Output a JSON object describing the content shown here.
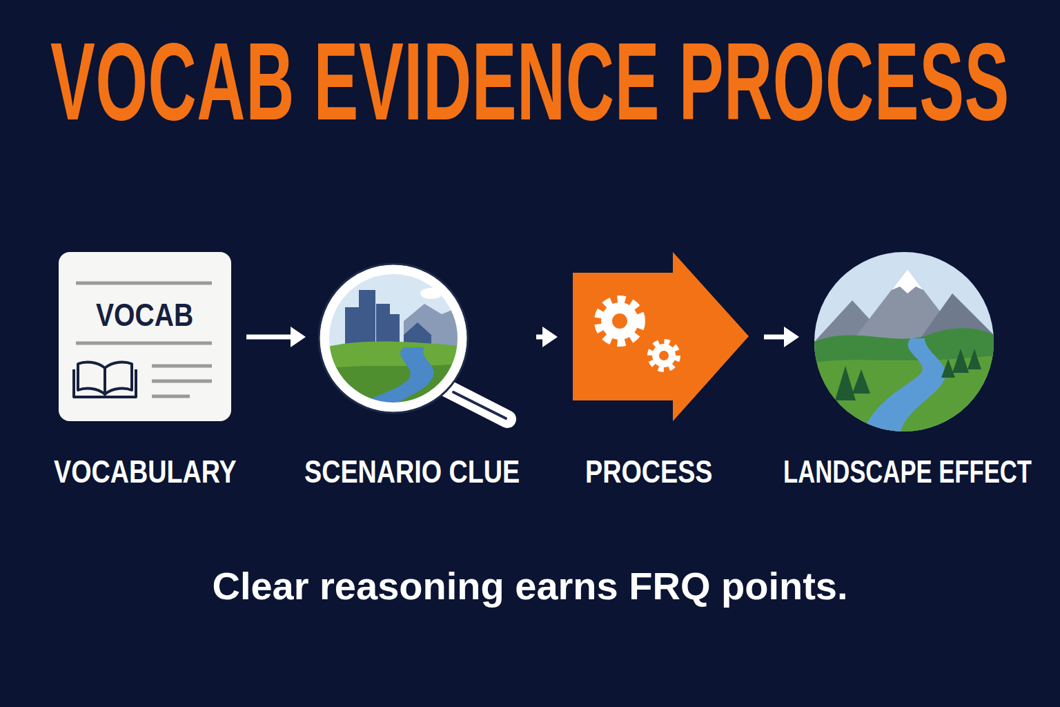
{
  "diagram": {
    "title": "VOCAB EVIDENCE PROCESS",
    "caption": "Clear reasoning earns FRQ points.",
    "nodes": [
      {
        "text": [
          "VOCAB",
          "VOCABULARY"
        ]
      },
      {
        "text": [
          "SCENARIO CLUE"
        ]
      },
      {
        "text": [
          "PROCESS"
        ]
      },
      {
        "text": [
          "LANDSCAPE EFFECT"
        ]
      }
    ],
    "edges": [
      {
        "from": 0,
        "to": 1,
        "arrow": "to"
      },
      {
        "from": 1,
        "to": 2,
        "arrow": "to"
      },
      {
        "from": 2,
        "to": 3,
        "arrow": "to"
      }
    ]
  }
}
